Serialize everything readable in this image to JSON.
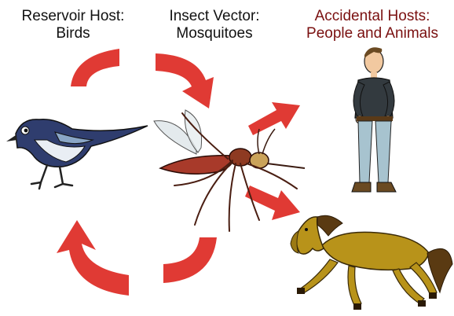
{
  "labels": {
    "reservoir_line1": "Reservoir Host:",
    "reservoir_line2": "Birds",
    "vector_line1": "Insect Vector:",
    "vector_line2": "Mosquitoes",
    "accidental_line1": "Accidental Hosts:",
    "accidental_line2": "People and Animals"
  },
  "colors": {
    "cycle_arrow": "#e03a34",
    "accidental_label": "#7a1010",
    "horse": "#b8931a",
    "mosquito_body": "#a83a2a"
  },
  "icons": [
    "bird-icon",
    "mosquito-icon",
    "person-icon",
    "horse-icon"
  ]
}
